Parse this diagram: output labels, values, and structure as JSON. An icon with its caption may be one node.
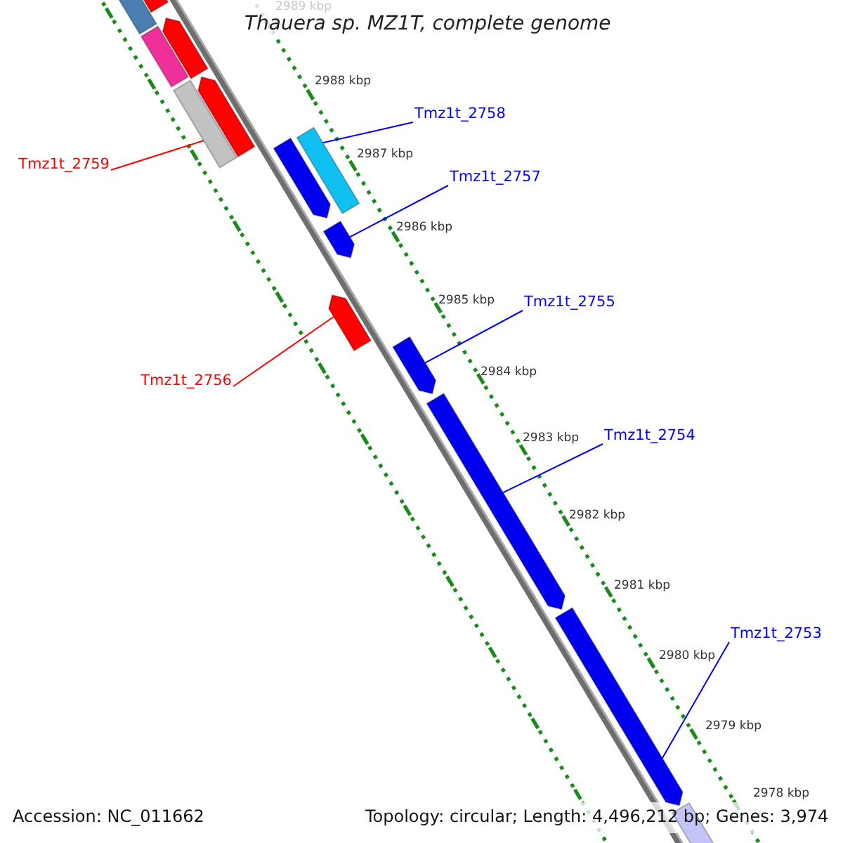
{
  "diagram": {
    "title": "Thauera sp. MZ1T, complete genome",
    "nodes": [
      {
        "text": [],
        "shape": "bar"
      },
      {
        "text": [],
        "shape": "arrow"
      },
      {
        "text": [],
        "shape": "bar"
      },
      {
        "text": [],
        "shape": "arrow"
      },
      {
        "text": [],
        "shape": "bar"
      },
      {
        "text": [],
        "shape": "arrow"
      },
      {
        "text": [],
        "shape": "arrow"
      },
      {
        "text": [],
        "shape": "bar"
      },
      {
        "text": [],
        "shape": "arrow"
      },
      {
        "text": [],
        "shape": "arrow"
      },
      {
        "text": [],
        "shape": "arrow"
      },
      {
        "text": [],
        "shape": "arrow"
      },
      {
        "text": [],
        "shape": "arrow"
      },
      {
        "text": [],
        "shape": "arrow"
      },
      {
        "text": [
          "Tmz1t_2759"
        ]
      },
      {
        "text": [
          "Tmz1t_2758"
        ]
      },
      {
        "text": [
          "Tmz1t_2757"
        ]
      },
      {
        "text": [
          "Tmz1t_2756"
        ]
      },
      {
        "text": [
          "Tmz1t_2755"
        ]
      },
      {
        "text": [
          "Tmz1t_2754"
        ]
      },
      {
        "text": [
          "Tmz1t_2753"
        ]
      }
    ],
    "edges": [
      {
        "from": 14,
        "to": 4,
        "arrow": "none",
        "color": "#ff0000"
      },
      {
        "from": 15,
        "to": 7,
        "arrow": "none"
      },
      {
        "from": 16,
        "to": 8,
        "arrow": "none"
      },
      {
        "from": 17,
        "to": 9,
        "arrow": "none",
        "color": "#ff0000"
      },
      {
        "from": 18,
        "to": 10,
        "arrow": "none"
      },
      {
        "from": 19,
        "to": 11,
        "arrow": "none"
      },
      {
        "from": 20,
        "to": 12,
        "arrow": "none"
      }
    ],
    "labels": [
      "2989 kbp",
      "2988 kbp",
      "2987 kbp",
      "2986 kbp",
      "2985 kbp",
      "2984 kbp",
      "2983 kbp",
      "2982 kbp",
      "2981 kbp",
      "2980 kbp",
      "2979 kbp",
      "2978 kbp",
      "Accession: NC_011662",
      "Topology: circular; Length: 4,496,212 bp; Genes: 3,974"
    ]
  }
}
